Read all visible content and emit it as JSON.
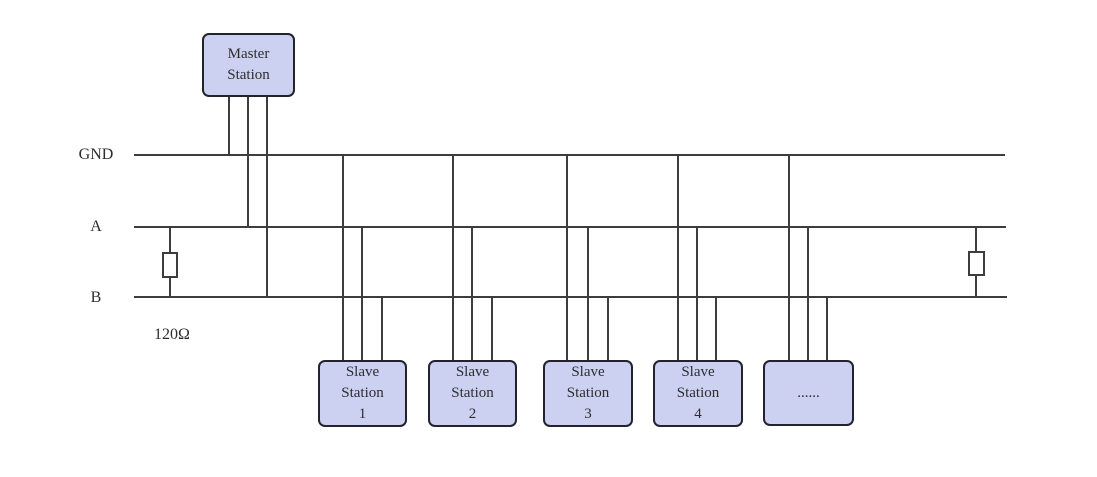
{
  "colors": {
    "background": "#ffffff",
    "line": "#3d3d3d",
    "box_fill": "#ccd1f2",
    "box_border": "#232330",
    "text": "#2d2d2d"
  },
  "bus_labels": {
    "gnd": "GND",
    "a": "A",
    "b": "B"
  },
  "termination": {
    "resistance_label": "120Ω"
  },
  "master_station": {
    "line1": "Master",
    "line2": "Station"
  },
  "slave_stations": [
    {
      "line1": "Slave",
      "line2": "Station",
      "line3": "1"
    },
    {
      "line1": "Slave",
      "line2": "Station",
      "line3": "2"
    },
    {
      "line1": "Slave",
      "line2": "Station",
      "line3": "3"
    },
    {
      "line1": "Slave",
      "line2": "Station",
      "line3": "4"
    }
  ],
  "ellipsis_station": {
    "label": "......"
  }
}
